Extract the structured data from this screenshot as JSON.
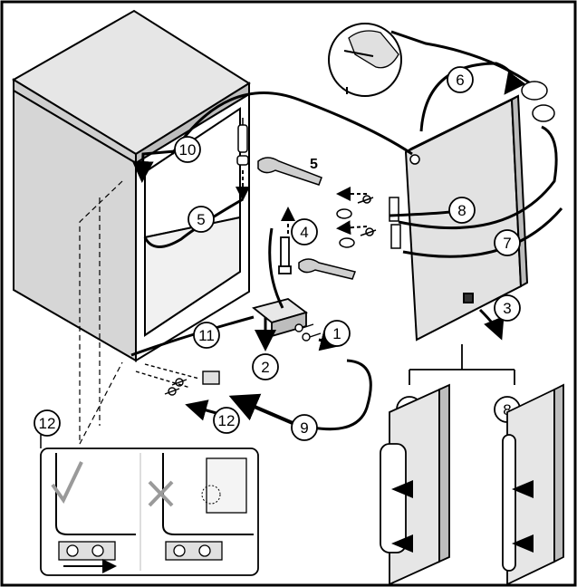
{
  "colors": {
    "ink": "#000000",
    "panel": "#d8d8d8",
    "panel_dark": "#a0a0a0",
    "paper": "#ffffff",
    "inset_bg": "#f7f7f7"
  },
  "steps": {
    "s1": "1",
    "s2": "2",
    "s3": "3",
    "s4": "4",
    "s5": "5",
    "s6": "6",
    "s7": "7",
    "s8": "8",
    "s9": "9",
    "s10": "10",
    "s11": "11",
    "s12": "12"
  },
  "labels": {
    "wrench_5": "5"
  },
  "icons": {
    "check": "check-mark-icon",
    "cross": "cross-mark-icon",
    "swap": "double-arrow-icon"
  }
}
